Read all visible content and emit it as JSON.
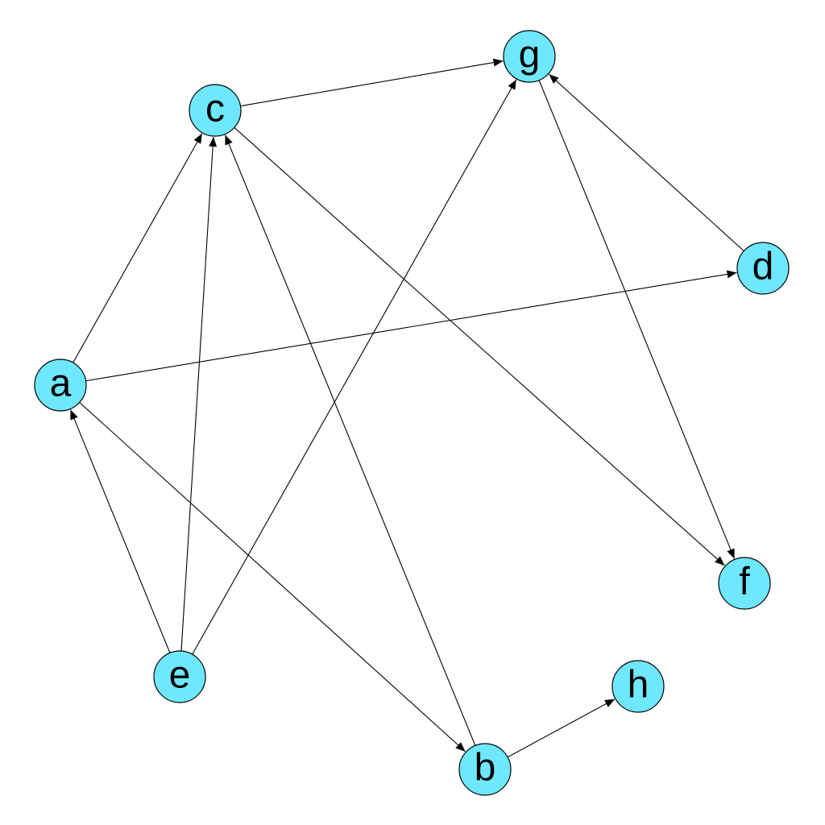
{
  "graph": {
    "directed": true,
    "colors": {
      "node_fill": "#6fe8ff",
      "node_stroke": "#000000",
      "edge": "#000000",
      "background": "#ffffff"
    },
    "nodes": [
      {
        "id": "a",
        "label": "a"
      },
      {
        "id": "b",
        "label": "b"
      },
      {
        "id": "c",
        "label": "c"
      },
      {
        "id": "d",
        "label": "d"
      },
      {
        "id": "e",
        "label": "e"
      },
      {
        "id": "f",
        "label": "f"
      },
      {
        "id": "g",
        "label": "g"
      },
      {
        "id": "h",
        "label": "h"
      }
    ],
    "edges": [
      {
        "source": "a",
        "target": "c"
      },
      {
        "source": "a",
        "target": "d"
      },
      {
        "source": "a",
        "target": "b"
      },
      {
        "source": "e",
        "target": "a"
      },
      {
        "source": "e",
        "target": "c"
      },
      {
        "source": "e",
        "target": "g"
      },
      {
        "source": "b",
        "target": "c"
      },
      {
        "source": "b",
        "target": "h"
      },
      {
        "source": "c",
        "target": "g"
      },
      {
        "source": "c",
        "target": "f"
      },
      {
        "source": "d",
        "target": "g"
      },
      {
        "source": "g",
        "target": "f"
      }
    ]
  }
}
